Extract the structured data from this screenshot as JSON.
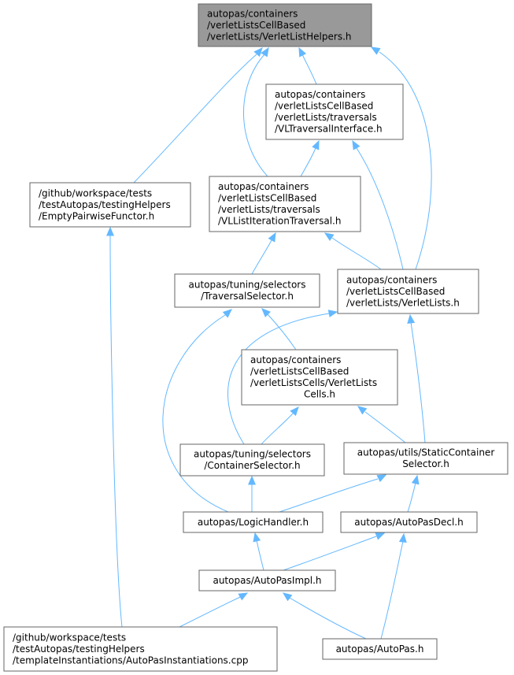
{
  "colors": {
    "edge": "#63b8ff",
    "node_border": "#666666",
    "root_fill": "#999999",
    "node_fill": "#ffffff"
  },
  "nodes": {
    "verletlisthelpers": {
      "lines": [
        "autopas/containers",
        "/verletListsCellBased",
        "/verletLists/VerletListHelpers.h"
      ],
      "root": true
    },
    "vltraversalinterface": {
      "lines": [
        "autopas/containers",
        "/verletListsCellBased",
        "/verletLists/traversals",
        "/VLTraversalInterface.h"
      ]
    },
    "emptypairwisefunctor": {
      "lines": [
        "/github/workspace/tests",
        "/testAutopas/testingHelpers",
        "/EmptyPairwiseFunctor.h"
      ]
    },
    "vllistiterationtraversal": {
      "lines": [
        "autopas/containers",
        "/verletListsCellBased",
        "/verletLists/traversals",
        "/VLListIterationTraversal.h"
      ]
    },
    "traversalselector": {
      "lines": [
        "autopas/tuning/selectors",
        "/TraversalSelector.h"
      ]
    },
    "verletlists": {
      "lines": [
        "autopas/containers",
        "/verletListsCellBased",
        "/verletLists/VerletLists.h"
      ]
    },
    "verletlistscells": {
      "lines": [
        "autopas/containers",
        "/verletListsCellBased",
        "/verletListsCells/VerletLists",
        "Cells.h"
      ]
    },
    "containerselector": {
      "lines": [
        "autopas/tuning/selectors",
        "/ContainerSelector.h"
      ]
    },
    "staticcontainerselector": {
      "lines": [
        "autopas/utils/StaticContainer",
        "Selector.h"
      ]
    },
    "logichandler": {
      "lines": [
        "autopas/LogicHandler.h"
      ]
    },
    "autopasdecl": {
      "lines": [
        "autopas/AutoPasDecl.h"
      ]
    },
    "autopasimpl": {
      "lines": [
        "autopas/AutoPasImpl.h"
      ]
    },
    "autopasinstantiations": {
      "lines": [
        "/github/workspace/tests",
        "/testAutopas/testingHelpers",
        "/templateInstantiations/AutoPasInstantiations.cpp"
      ]
    },
    "autopas": {
      "lines": [
        "autopas/AutoPas.h"
      ]
    }
  }
}
